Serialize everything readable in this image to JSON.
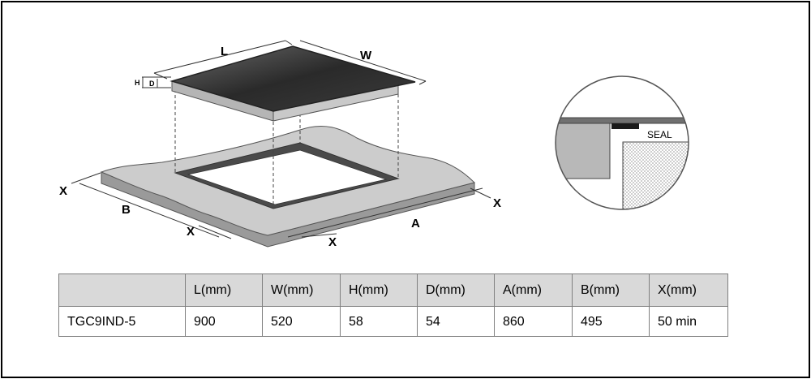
{
  "diagram": {
    "label_L": "L",
    "label_W": "W",
    "label_H": "H",
    "label_D": "D",
    "label_A": "A",
    "label_B": "B",
    "label_X": "X",
    "label_seal": "SEAL"
  },
  "table": {
    "headers": [
      "",
      "L(mm)",
      "W(mm)",
      "H(mm)",
      "D(mm)",
      "A(mm)",
      "B(mm)",
      "X(mm)"
    ],
    "rows": [
      [
        "TGC9IND-5",
        "900",
        "520",
        "58",
        "54",
        "860",
        "495",
        "50 min"
      ]
    ]
  },
  "colors": {
    "hob_glass": "#3a3a3a",
    "worktop": "#c8c8c8",
    "detail_circle_fill": "#ffffff"
  }
}
